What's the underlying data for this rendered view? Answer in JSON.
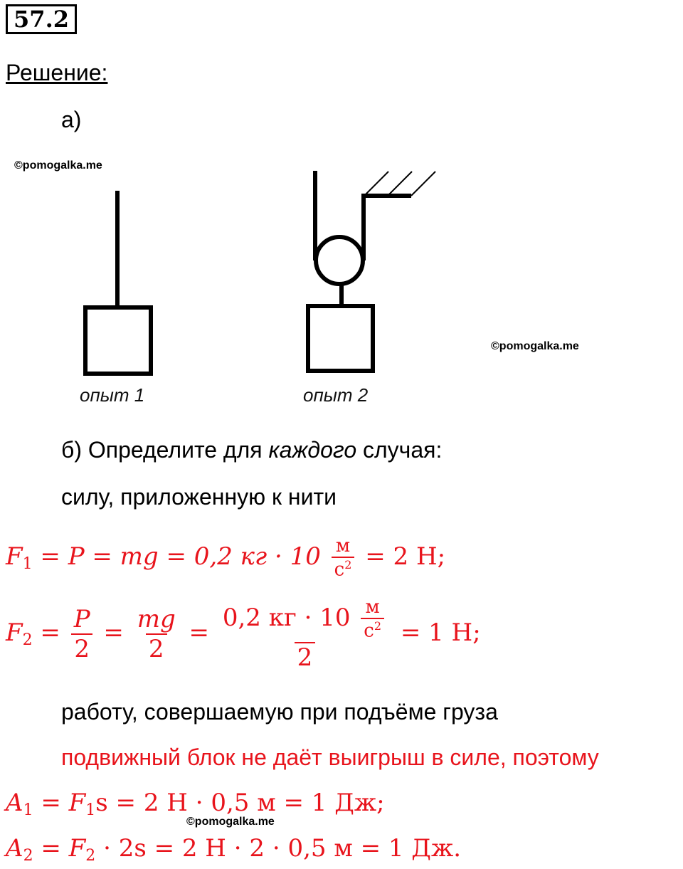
{
  "problem_number": "57.2",
  "heading": "Решение:",
  "part_a": "а)",
  "watermark": "©pomogalka.me",
  "captions": [
    "опыт 1",
    "опыт 2"
  ],
  "part_b": {
    "prefix": "б) Определите для ",
    "emphasis": "каждого",
    "suffix": " случая:"
  },
  "line_force": "силу, приложенную к нити",
  "f1": {
    "lhs": "F",
    "sub": "1",
    "body": " = P = mg = 0,2 кг · 10 ",
    "unit_num": "м",
    "unit_den": "с",
    "unit_exp": "2",
    "tail": " = 2 Н;"
  },
  "f2": {
    "lhs": "F",
    "sub": "2",
    "frac1_num": "P",
    "frac1_den": "2",
    "frac2_num": "mg",
    "frac2_den": "2",
    "frac3_num": "0,2 кг · 10 ",
    "frac3_den": "2",
    "unit_num": "м",
    "unit_den": "с",
    "unit_exp": "2",
    "tail": " = 1 Н;"
  },
  "line_work": "работу, совершаемую при подъёме груза",
  "red_note": "подвижный блок не даёт выигрыш в силе, поэтому",
  "a1": {
    "lhs": "A",
    "sub": "1",
    "mid": "F",
    "mid_sub": "1",
    "body": "s = 2 Н · 0,5 м = 1 Дж;"
  },
  "a2": {
    "lhs": "A",
    "sub": "2",
    "mid": "F",
    "mid_sub": "2",
    "body": " · 2s = 2 Н · 2 · 0,5 м = 1 Дж."
  }
}
